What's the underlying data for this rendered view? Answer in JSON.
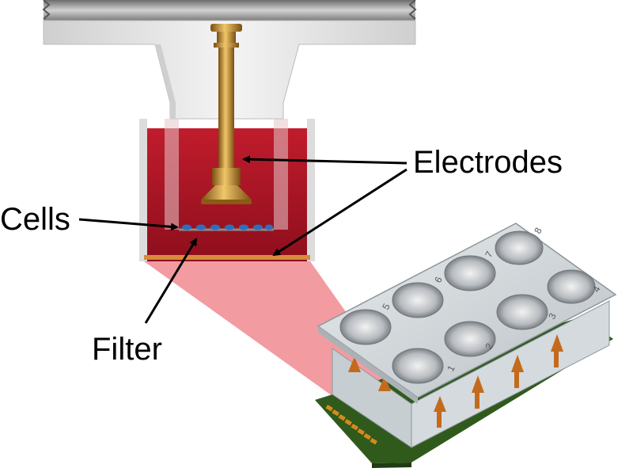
{
  "labels": {
    "electrodes": "Electrodes",
    "cells": "Cells",
    "filter": "Filter"
  },
  "well_numbers": [
    "5",
    "6",
    "7",
    "8",
    "1",
    "2",
    "3",
    "4"
  ],
  "colors": {
    "medium_red": "#b01828",
    "zoom_cone": "#f08a90",
    "electrode_brass": "#c28a2c",
    "holder_frame": "#e6e6e6",
    "top_rail": "#a8a8a8",
    "filter_line": "#d88a3a",
    "cells_blue": "#2b6fc0",
    "pcb_green": "#2f5a1c",
    "gold_contacts": "#d6891c"
  },
  "icons": {
    "electrode": "brass-electrode-rod",
    "device": "8-well-electrode-array-cartridge"
  }
}
